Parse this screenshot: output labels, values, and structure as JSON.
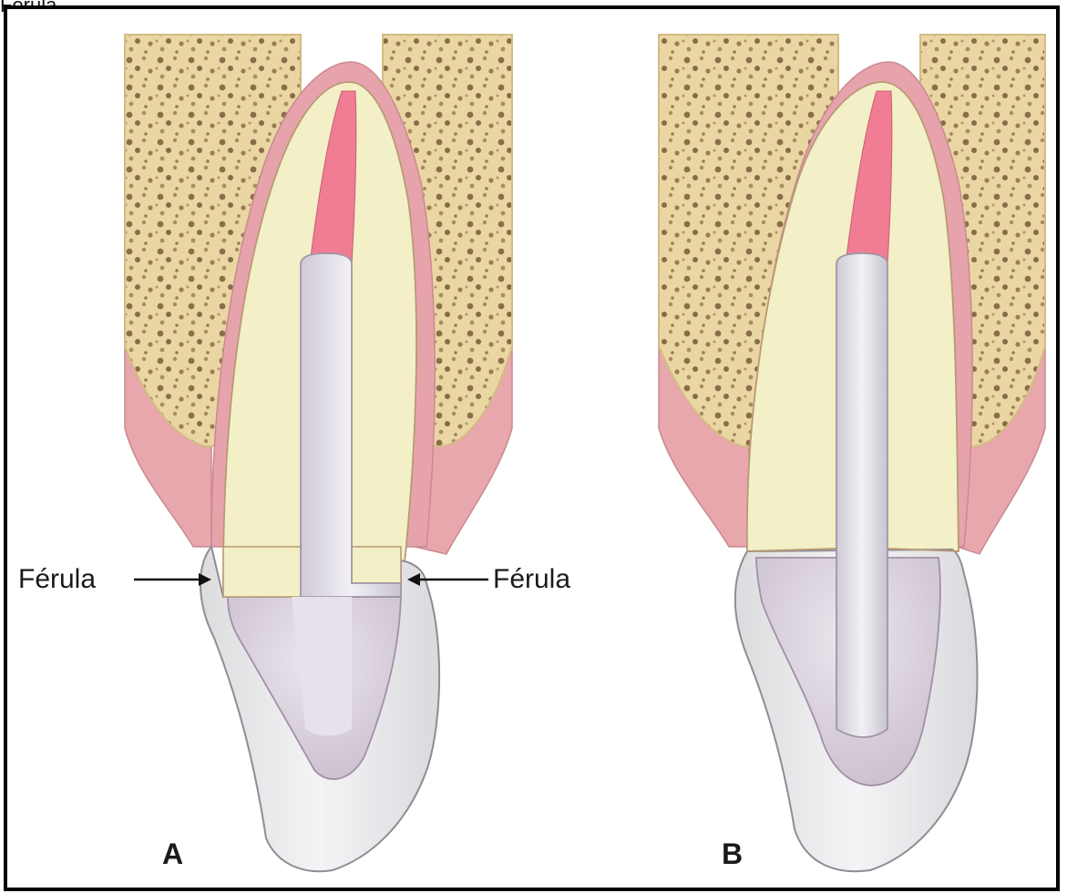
{
  "caption": "Férula.",
  "panels": [
    {
      "letter": "A",
      "label_left": "Férula",
      "label_right": "Férula"
    },
    {
      "letter": "B"
    }
  ],
  "colors": {
    "bone": "#e9d49a",
    "bone_pores": "#6b4a2a",
    "gingiva": "#e8a7ad",
    "periodontal": "#e7a3ac",
    "dentin": "#f3efc6",
    "pulp": "#f07d94",
    "post": "#d9d5df",
    "core": "#ddd3de",
    "crown": "#ececee",
    "outline": "#b89a74"
  }
}
